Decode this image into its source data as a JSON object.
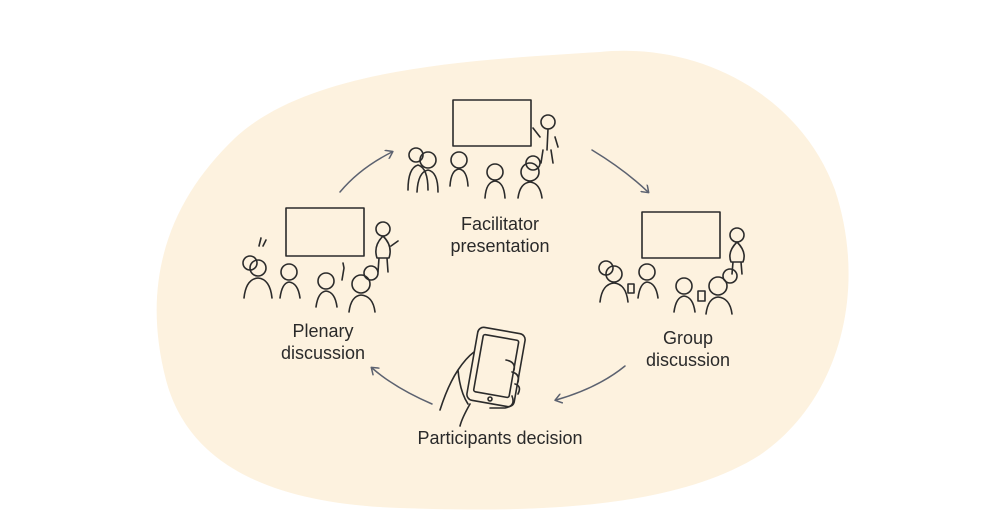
{
  "colors": {
    "background_blob": "#fdf2df",
    "ink": "#2b2b2b",
    "arrow": "#5c6270"
  },
  "stages": {
    "facilitator": {
      "line1": "Facilitator",
      "line2": "presentation"
    },
    "group": {
      "line1": "Group",
      "line2": "discussion"
    },
    "decision": {
      "line1": "Participants decision"
    },
    "plenary": {
      "line1": "Plenary",
      "line2": "discussion"
    }
  },
  "icons": {
    "facilitator": "presenter-with-audience-icon",
    "group": "group-with-phones-icon",
    "decision": "hand-holding-phone-icon",
    "plenary": "audience-raising-hands-icon"
  }
}
